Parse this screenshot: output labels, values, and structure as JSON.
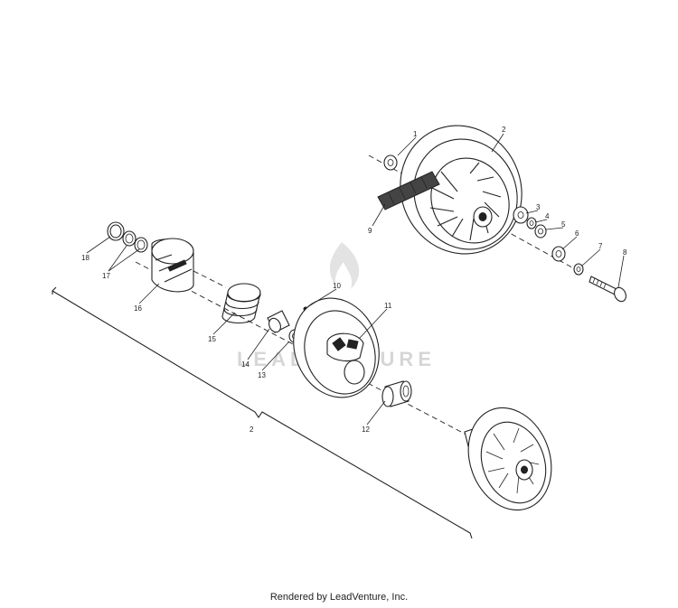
{
  "watermark": {
    "text": "LEADVENTURE"
  },
  "footer": {
    "text": "Rendered by LeadVenture, Inc."
  },
  "callouts": [
    "1",
    "2",
    "3",
    "4",
    "5",
    "6",
    "7",
    "8",
    "9",
    "10",
    "11",
    "12",
    "13",
    "14",
    "15",
    "16",
    "17",
    "18",
    "2"
  ]
}
